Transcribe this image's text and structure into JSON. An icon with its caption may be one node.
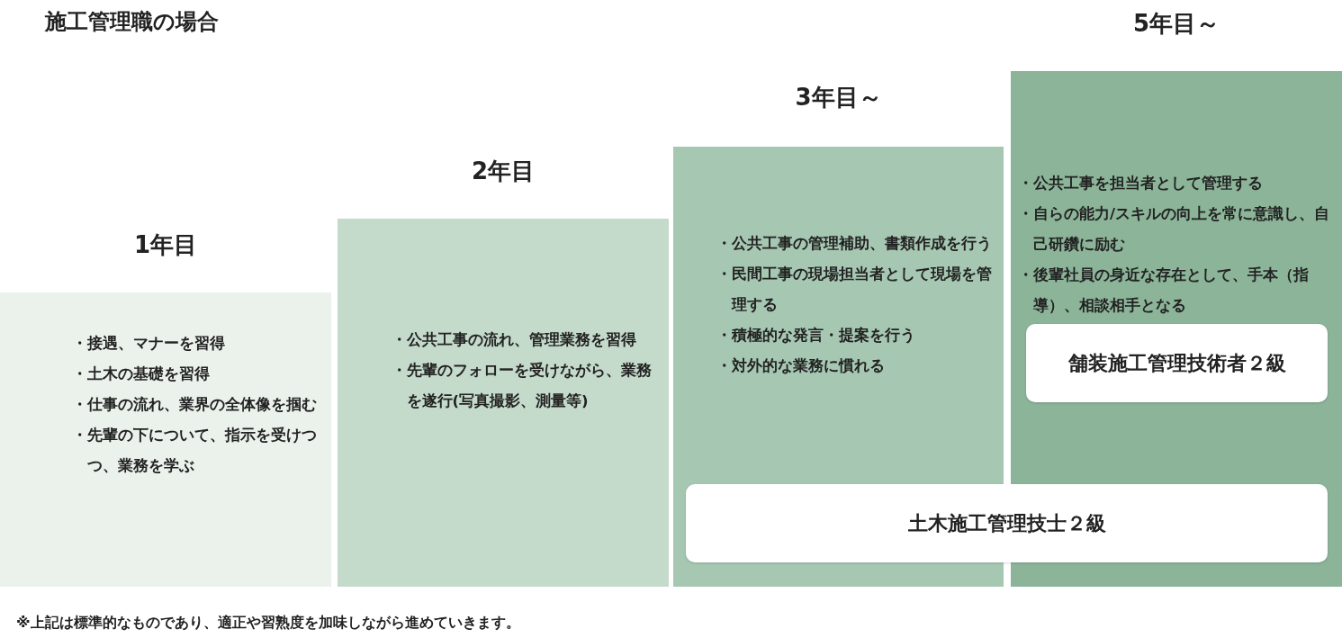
{
  "diagram": {
    "title": "施工管理職の場合",
    "caption": "※上記は標準的なものであり、適正や習熟度を加味しながら進めていきます。",
    "nodes": [
      {
        "text": [
          "1年目",
          "・接遇、マナーを習得",
          "・土木の基礎を習得",
          "・仕事の流れ、業界の全体像を掴む",
          "・先輩の下について、指示を受けつつ、業務を学ぶ"
        ]
      },
      {
        "text": [
          "2年目",
          "・公共工事の流れ、管理業務を習得",
          "・先輩のフォローを受けながら、業務を遂行(写真撮影、測量等)"
        ]
      },
      {
        "text": [
          "3年目～",
          "・公共工事の管理補助、書類作成を行う",
          "・民間工事の現場担当者として現場を管理する",
          "・積極的な発言・提案を行う",
          "・対外的な業務に慣れる"
        ]
      },
      {
        "text": [
          "5年目～",
          "・公共工事を担当者として管理する",
          "・自らの能力/スキルの向上を常に意識し、自己研鑽に励む",
          "・後輩社員の身近な存在として、手本（指導）、相談相手となる"
        ]
      },
      {
        "text": [
          "舗装施工管理技術者２級"
        ],
        "in": 3
      },
      {
        "text": [
          "土木施工管理技士２級"
        ]
      }
    ],
    "edges": []
  }
}
